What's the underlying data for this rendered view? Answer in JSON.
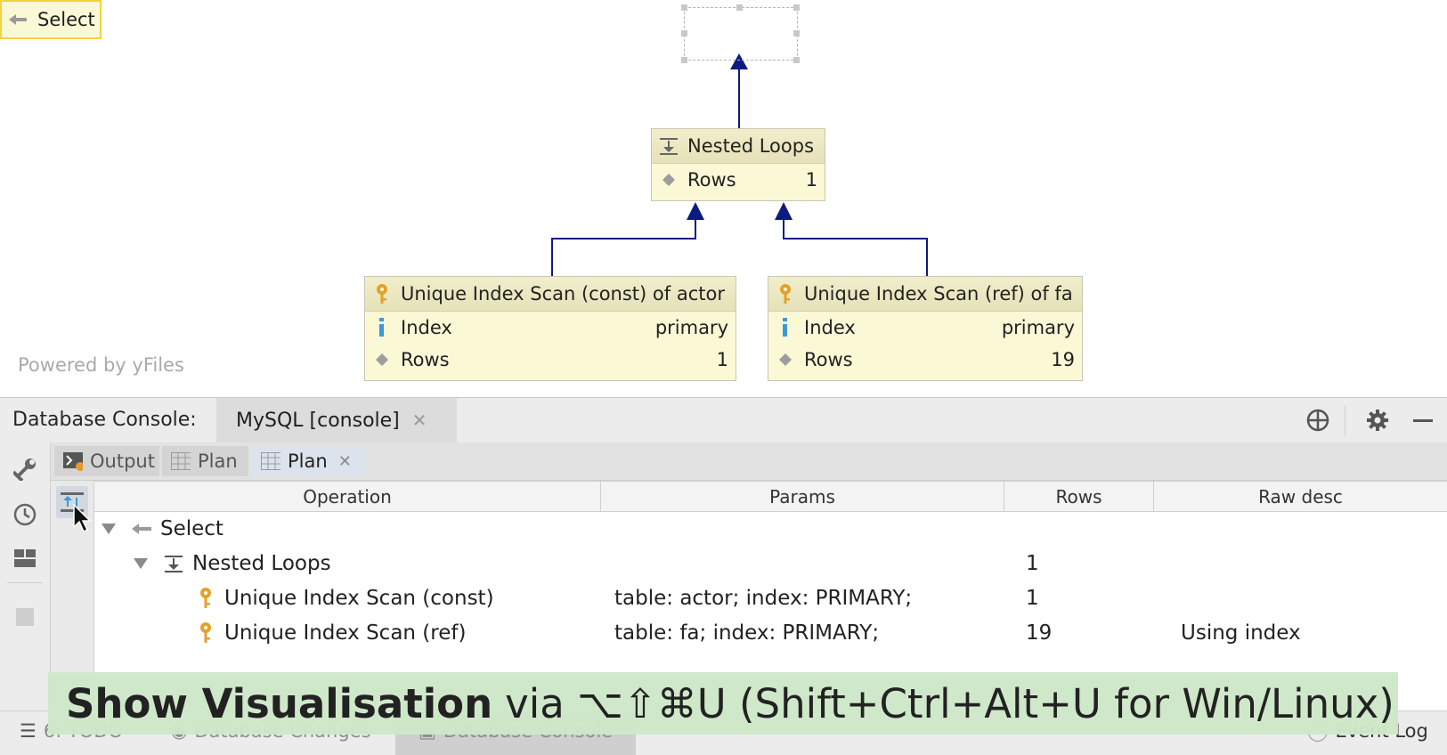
{
  "diagram": {
    "select_node": {
      "label": "Select"
    },
    "nested_loops_node": {
      "title": "Nested Loops",
      "rows": [
        {
          "key": "Rows",
          "value": "1"
        }
      ]
    },
    "scan_const_node": {
      "title": "Unique Index Scan (const) of actor",
      "rows": [
        {
          "key": "Index",
          "value": "primary"
        },
        {
          "key": "Rows",
          "value": "1"
        }
      ]
    },
    "scan_ref_node": {
      "title": "Unique Index Scan (ref) of fa",
      "rows": [
        {
          "key": "Index",
          "value": "primary"
        },
        {
          "key": "Rows",
          "value": "19"
        }
      ]
    },
    "powered_by": "Powered by yFiles",
    "edge_color": "#0d1a80"
  },
  "console": {
    "title": "Database Console:",
    "tab_label": "MySQL [console]",
    "subtabs": [
      {
        "label": "Output",
        "icon": "console-output-icon"
      },
      {
        "label": "Plan",
        "icon": "table-icon"
      },
      {
        "label": "Plan",
        "icon": "table-icon",
        "active": true
      }
    ],
    "columns": [
      "Operation",
      "Params",
      "Rows",
      "Raw desc"
    ],
    "plan_rows": [
      {
        "operation": "Select",
        "params": "",
        "rows": "",
        "raw": "",
        "icon": "select-arrow-icon"
      },
      {
        "operation": "Nested Loops",
        "params": "",
        "rows": "1",
        "raw": "",
        "icon": "nested-loops-icon"
      },
      {
        "operation": "Unique Index Scan (const)",
        "params": "table: actor; index: PRIMARY;",
        "rows": "1",
        "raw": "",
        "icon": "key-icon"
      },
      {
        "operation": "Unique Index Scan (ref)",
        "params": "table: fa; index: PRIMARY;",
        "rows": "19",
        "raw": "Using index",
        "icon": "key-icon"
      }
    ]
  },
  "statusbar": {
    "todo": "6: TODO",
    "db_changes": "Database Changes",
    "db_console": "Database Console",
    "event_log": "Event Log"
  },
  "banner": {
    "bold": "Show Visualisation",
    "rest": "via ⌥⇧⌘U (Shift+Ctrl+Alt+U for Win/Linux)"
  },
  "colors": {
    "node_fill": "#fbf8d6",
    "selection_border": "#f5d240",
    "banner_bg": "#cfe8c9",
    "key_icon": "#e3a22a",
    "info_icon": "#3a9ad9"
  }
}
